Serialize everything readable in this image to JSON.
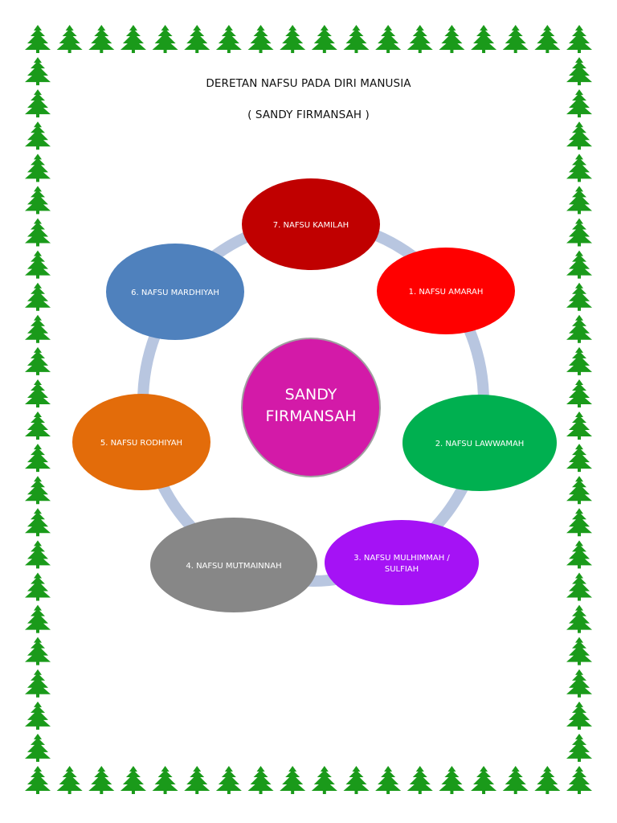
{
  "document": {
    "title": "DERETAN NAFSU PADA DIRI MANUSIA",
    "subtitle": "( SANDY FIRMANSAH )"
  },
  "diagram": {
    "center": {
      "lines": [
        "SANDY",
        "FIRMANSAH"
      ],
      "fill": "#d31aa8",
      "stroke": "#a0a0a0"
    },
    "connector_color": "#b8c6e0",
    "nodes": [
      {
        "id": "node-7",
        "lines": [
          "7. NAFSU KAMILAH"
        ],
        "fill": "#c00000"
      },
      {
        "id": "node-1",
        "lines": [
          "1. NAFSU AMARAH"
        ],
        "fill": "#ff0000"
      },
      {
        "id": "node-2",
        "lines": [
          "2. NAFSU LAWWAMAH"
        ],
        "fill": "#00b050"
      },
      {
        "id": "node-3",
        "lines": [
          "3. NAFSU MULHIMMAH /",
          "SULFIAH"
        ],
        "fill": "#a512f5"
      },
      {
        "id": "node-4",
        "lines": [
          "4. NAFSU MUTMAINNAH"
        ],
        "fill": "#878787"
      },
      {
        "id": "node-5",
        "lines": [
          "5. NAFSU RODHIYAH"
        ],
        "fill": "#e36c0a"
      },
      {
        "id": "node-6",
        "lines": [
          "6. NAFSU MARDHIYAH"
        ],
        "fill": "#4f81bd"
      }
    ]
  },
  "border": {
    "icon": "pine-tree-icon",
    "color": "#1a9a1a"
  }
}
